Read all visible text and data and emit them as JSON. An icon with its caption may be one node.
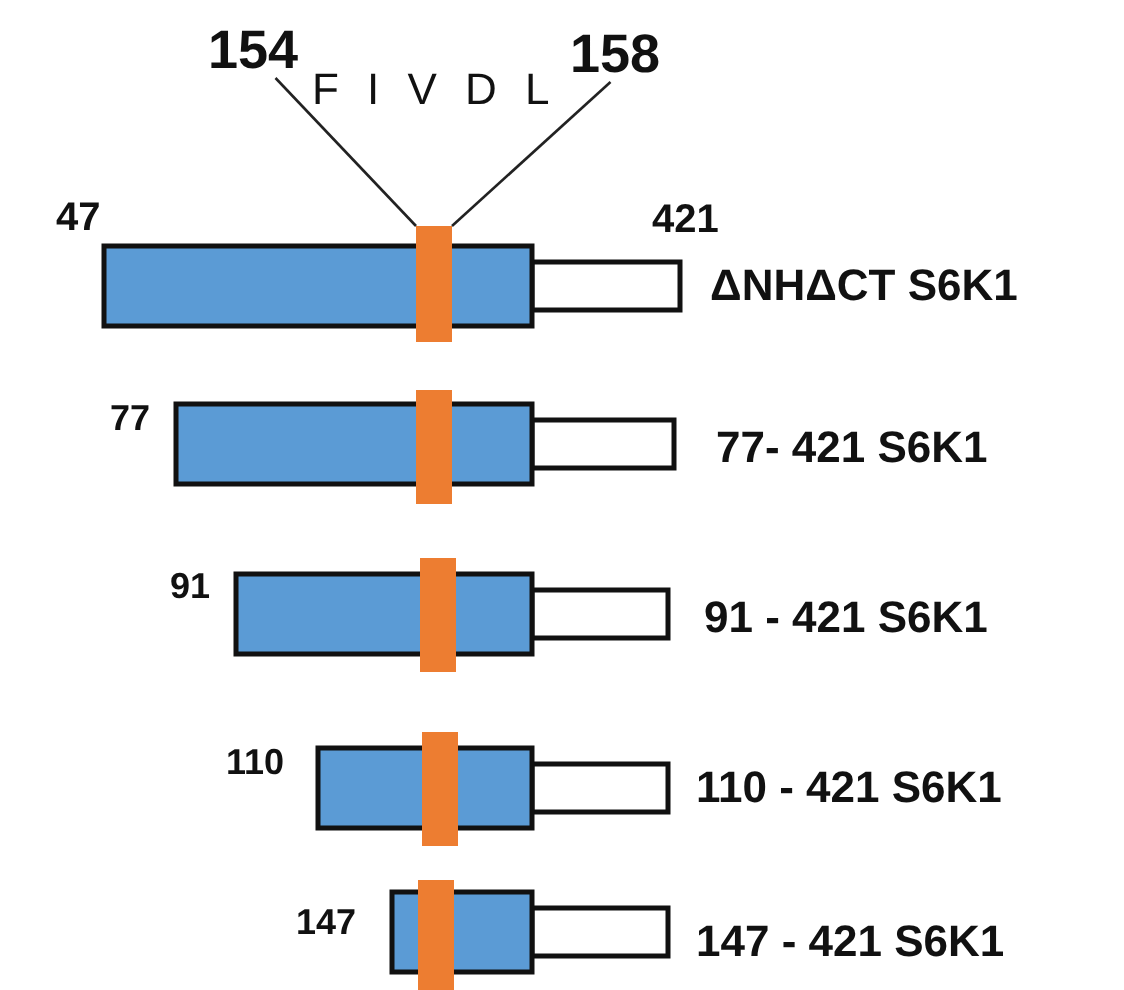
{
  "diagram": {
    "nodes": [
      {
        "text": [
          "154"
        ]
      },
      {
        "text": [
          "158"
        ]
      },
      {
        "text": [],
        "shape": "bar"
      }
    ],
    "edges": [
      {
        "from": 0,
        "to": 2,
        "arrow": "none"
      },
      {
        "from": 1,
        "to": 2,
        "arrow": "none"
      }
    ],
    "labels": [
      "F I V D L",
      "47",
      "421",
      "ΔNHΔCT S6K1",
      "77",
      "77- 421 S6K1",
      "91",
      "91 - 421 S6K1",
      "110",
      "110 - 421 S6K1",
      "147",
      "147 - 421 S6K1"
    ]
  }
}
